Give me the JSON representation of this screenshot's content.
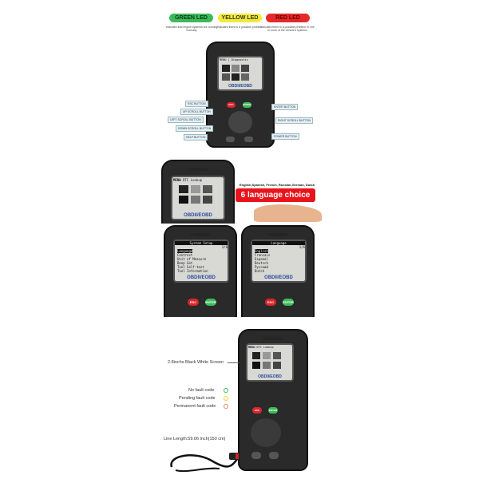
{
  "leds": [
    {
      "label": "GREEN LED",
      "desc": "Indicates that engine systems are running normally",
      "color": "#3dbb5b"
    },
    {
      "label": "YELLOW LED",
      "desc": "Indicates there is a possible problem",
      "color": "#f2ea3a"
    },
    {
      "label": "RED LED",
      "desc": "Indicates there is a possible problem in one or more of the vehicle's systems",
      "color": "#e52a2a"
    }
  ],
  "brand": "KONNWEI",
  "obd_label": "OBDII/EOBD",
  "home_screen": {
    "menu": "MENU",
    "tab": "DTC Lookup",
    "tab_top": "Diagnostic"
  },
  "buttons": {
    "esc": "ESC",
    "enter": "ENTER"
  },
  "callouts": {
    "esc": "ESC BUTTON",
    "up": "UP SCROLL BUTTON",
    "left": "LEFT SCROLL BUTTON",
    "down": "DOWN SCROLL BUTTON",
    "help": "HELP BUTTON",
    "enter": "ENTER BUTTON",
    "right": "RIGHT SCROLL BUTTON",
    "power": "POWER BUTTON"
  },
  "languages_note": "English,Spanish, French, Russian,German, Dutch",
  "language_badge": "6 language choice",
  "system_setup": {
    "title": "System Setup",
    "page": "1/6",
    "items": [
      "Language",
      "Contrast",
      "Unit of Measure",
      "Beep Set",
      "Tool Self-test",
      "Tool Information"
    ]
  },
  "language_menu": {
    "title": "Language",
    "page": "1/6",
    "items": [
      "English",
      "Francais",
      "Espanol",
      "Deutsch",
      "Pyccкий",
      "Dutch"
    ]
  },
  "screen_label": "2.8inchs Black White Screen",
  "fault_codes": [
    {
      "label": "No fault code",
      "color": "#3dbb5b"
    },
    {
      "label": "Pending fault code",
      "color": "#f2d23a"
    },
    {
      "label": "Permanent fault code",
      "color": "#e58a6a"
    }
  ],
  "cable_label": "Line Length:59.06 inch(150 cm)"
}
